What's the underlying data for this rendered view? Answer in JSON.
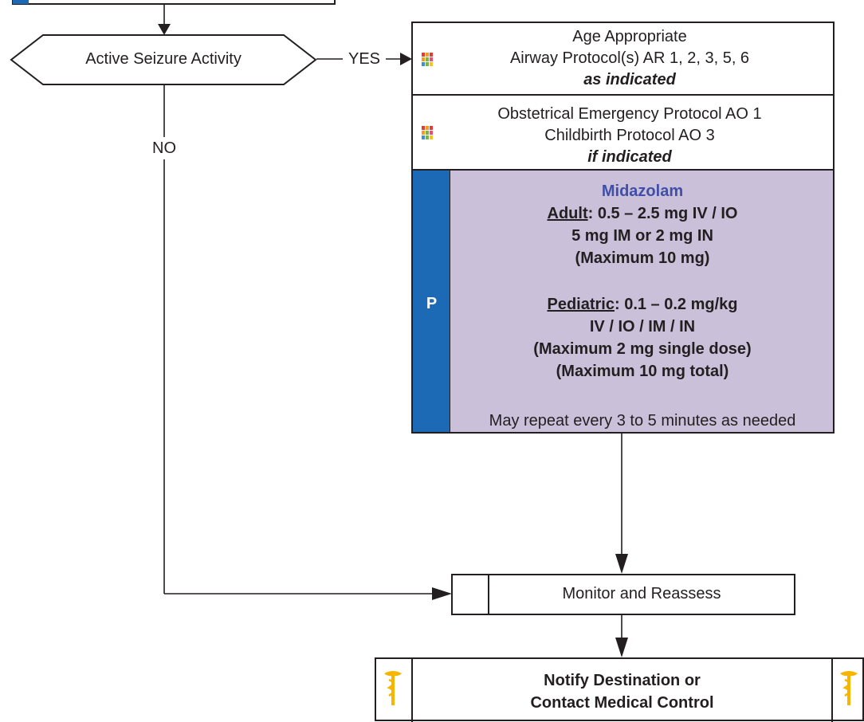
{
  "decision": {
    "label": "Active Seizure Activity",
    "yes_label": "YES",
    "no_label": "NO"
  },
  "airway_box": {
    "line1": "Age Appropriate",
    "line2": "Airway Protocol(s) AR 1, 2, 3, 5, 6",
    "line3": "as indicated"
  },
  "ob_box": {
    "line1": "Obstetrical Emergency Protocol AO 1",
    "line2": "Childbirth Protocol AO 3",
    "line3": "if indicated"
  },
  "midazolam_box": {
    "tag": "P",
    "title": "Midazolam",
    "adult_label": "Adult",
    "adult_dose": ": 0.5 – 2.5 mg IV / IO",
    "adult_line2": "5 mg IM or 2 mg IN",
    "adult_line3": "(Maximum 10 mg)",
    "peds_label": "Pediatric",
    "peds_dose": ": 0.1 – 0.2 mg/kg",
    "peds_line2": "IV / IO / IM / IN",
    "peds_line3": "(Maximum 2 mg single dose)",
    "peds_line4": "(Maximum 10 mg total)",
    "repeat": "May repeat every 3 to 5 minutes as needed"
  },
  "monitor_box": {
    "label": "Monitor and Reassess"
  },
  "notify_box": {
    "line1": "Notify Destination or",
    "line2": "Contact Medical Control"
  },
  "colors": {
    "line": "#231f20",
    "tag_blue": "#1c6ab5",
    "midazolam_bg": "#cbc0da",
    "title_blue": "#3f4fa7",
    "caduceus": "#f7b500"
  }
}
